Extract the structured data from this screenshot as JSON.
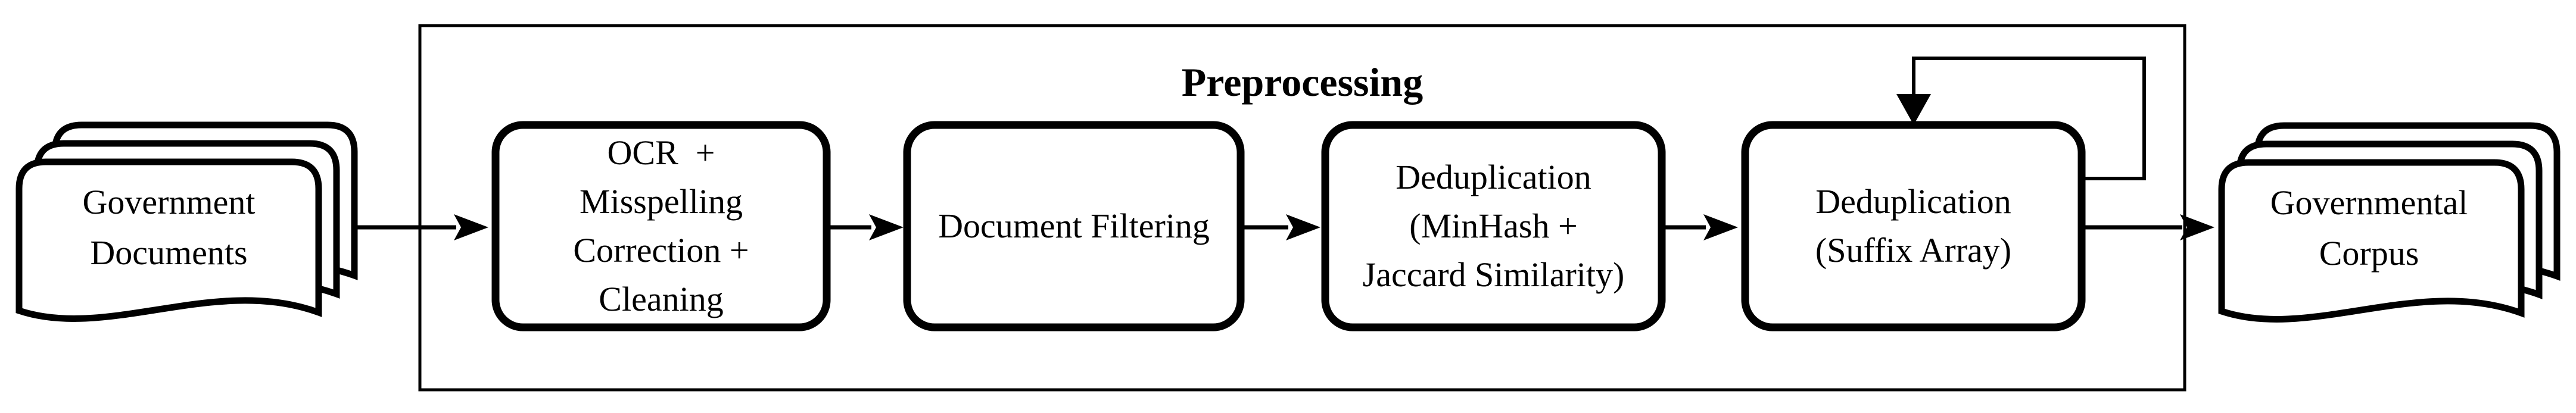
{
  "diagram": {
    "background": "#ffffff",
    "ink": "#000000",
    "container_title": "Preprocessing",
    "input_stack": {
      "lines": [
        "Government",
        "Documents"
      ]
    },
    "output_stack": {
      "lines": [
        "Governmental",
        "Corpus"
      ]
    },
    "steps": [
      {
        "lines": [
          "OCR  +",
          "Misspelling",
          "Correction +",
          "Cleaning"
        ]
      },
      {
        "lines": [
          "Document Filtering"
        ]
      },
      {
        "lines": [
          "Deduplication",
          "(MinHash +",
          "Jaccard Similarity)"
        ]
      },
      {
        "lines": [
          "Deduplication",
          "(Suffix Array)"
        ]
      }
    ]
  }
}
